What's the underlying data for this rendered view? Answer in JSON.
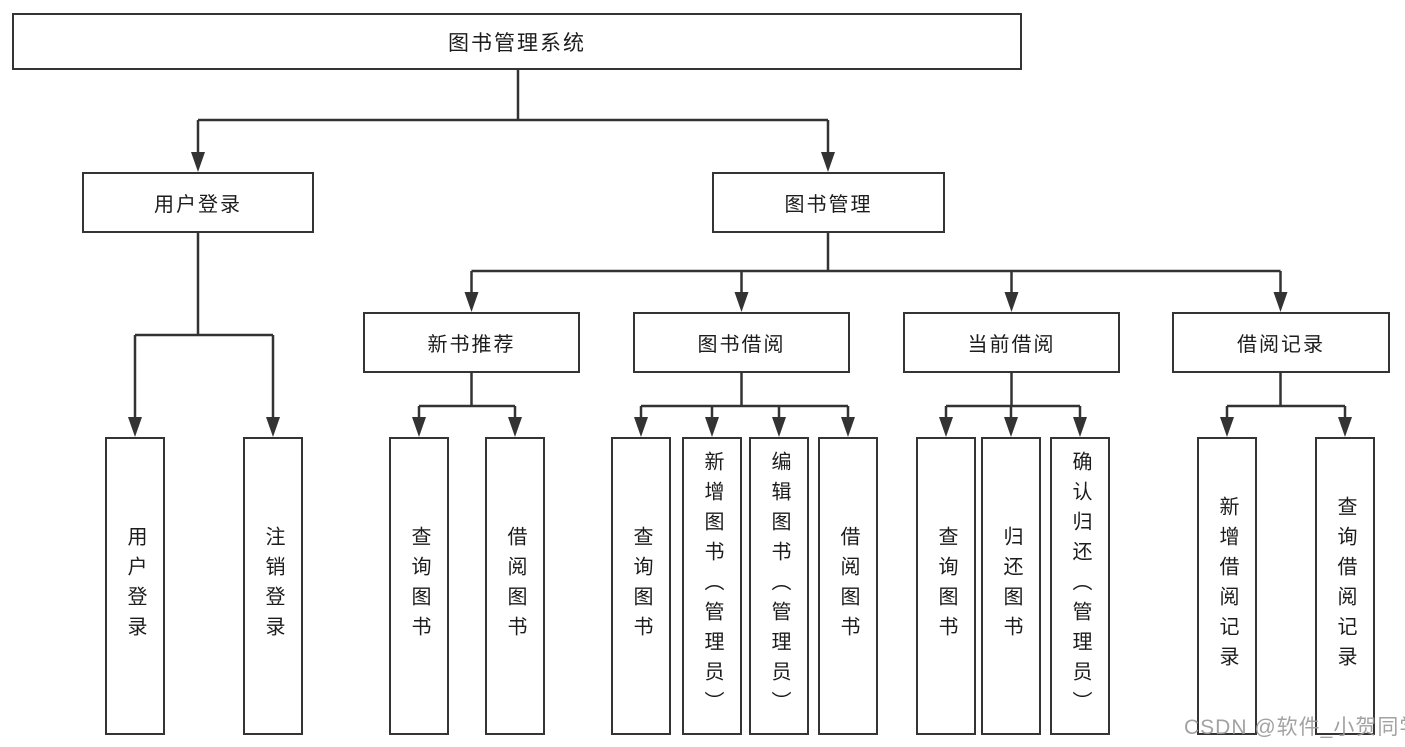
{
  "diagram": {
    "title": "图书管理系统",
    "colors": {
      "line": "#333333",
      "text": "#1c1c1c",
      "watermark": "#9b9b9b"
    },
    "tree": {
      "root": {
        "label": "图书管理系统",
        "children": [
          {
            "label": "用户登录",
            "children": [
              {
                "label": "用户登录"
              },
              {
                "label": "注销登录"
              }
            ]
          },
          {
            "label": "图书管理",
            "children": [
              {
                "label": "新书推荐",
                "children": [
                  {
                    "label": "查询图书"
                  },
                  {
                    "label": "借阅图书"
                  }
                ]
              },
              {
                "label": "图书借阅",
                "children": [
                  {
                    "label": "查询图书"
                  },
                  {
                    "label": "新增图书（管理员）"
                  },
                  {
                    "label": "编辑图书（管理员）"
                  },
                  {
                    "label": "借阅图书"
                  }
                ]
              },
              {
                "label": "当前借阅",
                "children": [
                  {
                    "label": "查询图书"
                  },
                  {
                    "label": "归还图书"
                  },
                  {
                    "label": "确认归还（管理员）"
                  }
                ]
              },
              {
                "label": "借阅记录",
                "children": [
                  {
                    "label": "新增借阅记录"
                  },
                  {
                    "label": "查询借阅记录"
                  }
                ]
              }
            ]
          }
        ]
      }
    },
    "watermark": {
      "text": "CSDN @软件_小贺同学"
    }
  }
}
